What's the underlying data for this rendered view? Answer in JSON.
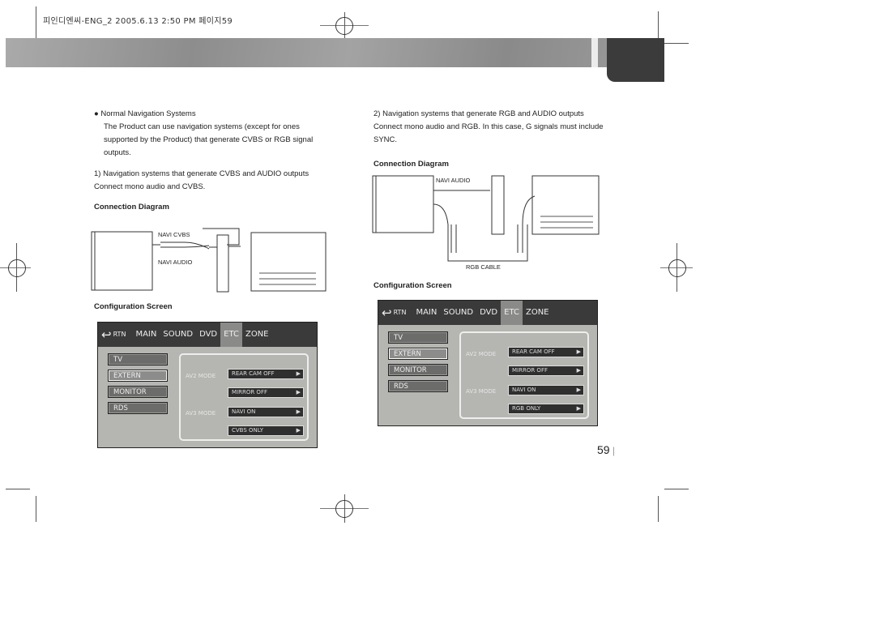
{
  "header": {
    "print_info": "피인디엔씨-ENG_2 2005.6.13 2:50 PM 페이지59"
  },
  "left": {
    "bullet_title": "Normal Navigation Systems",
    "bullet_body": [
      "The Product can use navigation systems (except for ones",
      "supported by the Product) that generate CVBS or RGB signal",
      "outputs."
    ],
    "section1_title": "1) Navigation systems that generate CVBS and AUDIO outputs",
    "section1_body": "Connect mono audio and CVBS.",
    "diagram_heading": "Connection Diagram",
    "diagram_labels": {
      "cvbs": "NAVI CVBS",
      "audio": "NAVI AUDIO"
    },
    "config_heading": "Configuration Screen"
  },
  "right": {
    "section2_title": "2)  Navigation systems that generate RGB and AUDIO outputs",
    "section2_body": [
      "Connect mono audio and RGB. In this case, G signals must include",
      "SYNC."
    ],
    "diagram_heading": "Connection Diagram",
    "diagram_labels": {
      "audio": "NAVI AUDIO",
      "rgb": "RGB CABLE"
    },
    "config_heading": "Configuration Screen"
  },
  "screens": [
    {
      "tabs": [
        "MAIN",
        "SOUND",
        "DVD",
        "ETC",
        "ZONE"
      ],
      "rtn": "RTN",
      "active_tab": "ETC",
      "side": [
        "TV",
        "EXTERN",
        "MONITOR",
        "RDS"
      ],
      "selected_side": "EXTERN",
      "modes": [
        "AV2 MODE",
        "AV3 MODE"
      ],
      "options": [
        "REAR CAM OFF",
        "MIRROR OFF",
        "NAVI ON",
        "CVBS ONLY"
      ]
    },
    {
      "tabs": [
        "MAIN",
        "SOUND",
        "DVD",
        "ETC",
        "ZONE"
      ],
      "rtn": "RTN",
      "active_tab": "ETC",
      "side": [
        "TV",
        "EXTERN",
        "MONITOR",
        "RDS"
      ],
      "selected_side": "EXTERN",
      "modes": [
        "AV2 MODE",
        "AV3 MODE"
      ],
      "options": [
        "REAR CAM OFF",
        "MIRROR OFF",
        "NAVI ON",
        "RGB ONLY"
      ]
    }
  ],
  "footer": {
    "page_number": "59"
  }
}
